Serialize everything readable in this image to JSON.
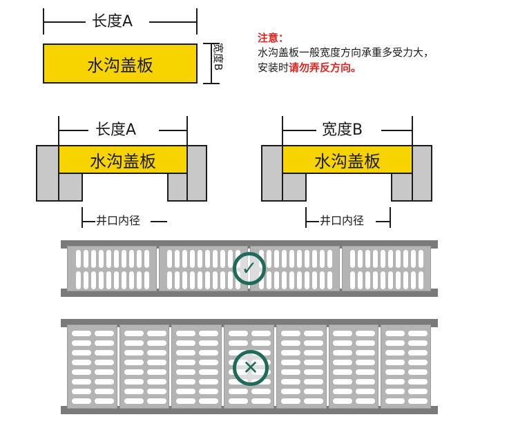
{
  "top": {
    "length_label": "长度A",
    "plate_label": "水沟盖板",
    "width_label": "宽度B"
  },
  "note": {
    "title": "注意：",
    "line1": "水沟盖板一般宽度方向承重多受力大，",
    "line2_prefix": "安装时",
    "line2_emphasis": "请勿弄反方向。"
  },
  "left_section": {
    "length_label": "长度A",
    "plate_label": "水沟盖板",
    "opening_label": "井口内径"
  },
  "right_section": {
    "width_label": "宽度B",
    "plate_label": "水沟盖板",
    "opening_label": "井口内径"
  },
  "grate_correct": {
    "status_icon": "check-icon",
    "symbol": "✓"
  },
  "grate_wrong": {
    "status_icon": "cross-icon",
    "symbol": "✕"
  },
  "colors": {
    "plate": "#f7d300",
    "wall": "#c8c8c8",
    "warning": "#e0221f",
    "badge": "#1f6b5a"
  }
}
